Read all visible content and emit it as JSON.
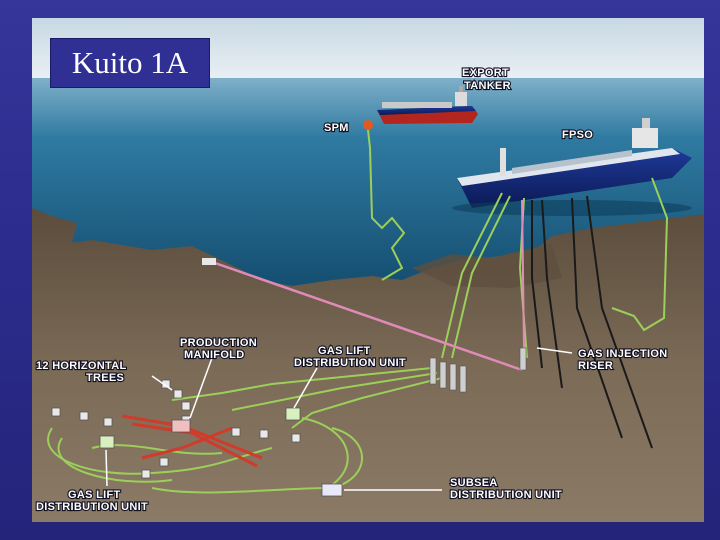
{
  "title": "Kuito 1A",
  "labels": {
    "export_tanker_line1": "EXPORT",
    "export_tanker_line2": "TANKER",
    "spm": "SPM",
    "fpso": "FPSO",
    "production_manifold_line1": "PRODUCTION",
    "production_manifold_line2": "MANIFOLD",
    "gas_lift_unit_top_line1": "GAS LIFT",
    "gas_lift_unit_top_line2": "DISTRIBUTION UNIT",
    "gas_injection_riser_line1": "GAS INJECTION",
    "gas_injection_riser_line2": "RISER",
    "horizontal_trees_line1": "12 HORIZONTAL",
    "horizontal_trees_line2": "TREES",
    "gas_lift_unit_bottom_line1": "GAS LIFT",
    "gas_lift_unit_bottom_line2": "DISTRIBUTION UNIT",
    "subsea_unit_line1": "SUBSEA",
    "subsea_unit_line2": "DISTRIBUTION UNIT"
  },
  "colors": {
    "background_frame": "#2b2b8c",
    "title_box": "#2f2f94",
    "sky": "#dfe9f0",
    "sea": "#1d5f86",
    "seabed": "#6a5a47",
    "flowline_green": "#9ccf5a",
    "flowline_red": "#d23a2a",
    "riser_pink": "#e08ab8"
  }
}
